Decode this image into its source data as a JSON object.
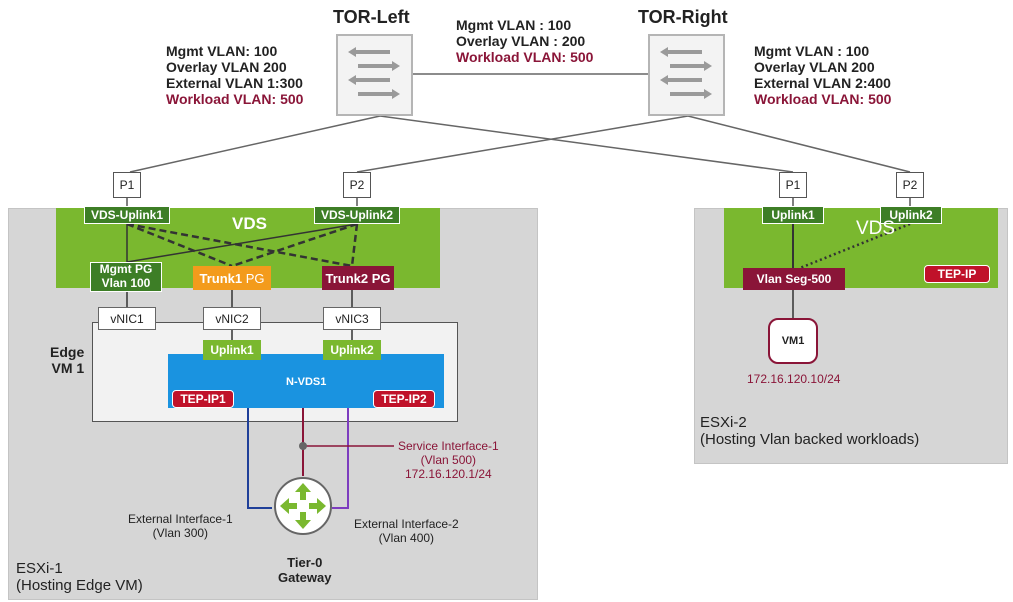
{
  "tor_left": {
    "title": "TOR-Left",
    "vlans": [
      "Mgmt VLAN: 100",
      "Overlay VLAN 200",
      "External VLAN 1:300"
    ],
    "workload": "Workload VLAN: 500"
  },
  "tor_right": {
    "title": "TOR-Right",
    "vlans": [
      "Mgmt VLAN : 100",
      "Overlay VLAN 200",
      "External VLAN 2:400"
    ],
    "workload": "Workload VLAN: 500"
  },
  "center_link": {
    "vlans": [
      "Mgmt VLAN : 100",
      "Overlay VLAN : 200"
    ],
    "workload": "Workload VLAN: 500"
  },
  "esxi1": {
    "ports": [
      "P1",
      "P2"
    ],
    "vds_label": "VDS",
    "uplinks": [
      "VDS-Uplink1",
      "VDS-Uplink2"
    ],
    "mgmt_pg": [
      "Mgmt PG",
      "Vlan 100"
    ],
    "trunk1": {
      "name": "Trunk1",
      "suffix": "PG"
    },
    "trunk2": "Trunk2 PG",
    "vnics": [
      "vNIC1",
      "vNIC2",
      "vNIC3"
    ],
    "edge_label": [
      "Edge",
      "VM 1"
    ],
    "nvds": {
      "label": "N-VDS1",
      "uplinks": [
        "Uplink1",
        "Uplink2"
      ],
      "teps": [
        "TEP-IP1",
        "TEP-IP2"
      ]
    },
    "service_interface": [
      "Service Interface-1",
      "(Vlan 500)",
      "172.16.120.1/24"
    ],
    "ext_if1": [
      "External  Interface-1",
      "(Vlan 300)"
    ],
    "ext_if2": [
      "External Interface-2",
      "(Vlan 400)"
    ],
    "gateway": [
      "Tier-0",
      "Gateway"
    ],
    "host_label": [
      "ESXi-1",
      "(Hosting Edge VM)"
    ]
  },
  "esxi2": {
    "ports": [
      "P1",
      "P2"
    ],
    "vds_label": "VDS",
    "uplinks": [
      "Uplink1",
      "Uplink2"
    ],
    "vlan_seg": "Vlan Seg-500",
    "tep": "TEP-IP",
    "vm": "VM1",
    "vm_ip": "172.16.120.10/24",
    "host_label": [
      "ESXi-2",
      "(Hosting Vlan backed workloads)"
    ]
  },
  "colors": {
    "vds_green": "#7ab82f",
    "uplink_green": "#3d7e26",
    "trunk_orange": "#f39b1c",
    "maroon": "#8a1538",
    "tep_red": "#c0122a",
    "nvds_blue": "#1a93e0",
    "host_gray": "#d6d6d6"
  }
}
